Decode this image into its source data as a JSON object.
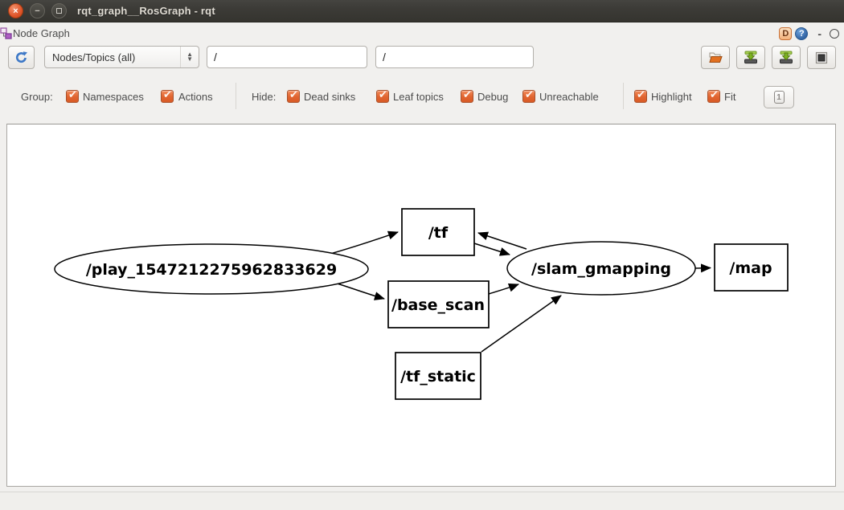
{
  "window": {
    "title": "rqt_graph__RosGraph - rqt",
    "controls": {
      "close": "×",
      "minimize": "−",
      "maximize": "square"
    }
  },
  "panel": {
    "title": "Node Graph",
    "detach_label": "D",
    "help_label": "?"
  },
  "toolbar": {
    "graph_type": {
      "value": "Nodes/Topics (all)"
    },
    "node_filter": {
      "value": "/"
    },
    "topic_filter": {
      "value": "/"
    },
    "right_buttons": [
      {
        "name": "load-dot",
        "icon": "open-folder-icon"
      },
      {
        "name": "save-dot",
        "icon": "save-drive-icon"
      },
      {
        "name": "save-image",
        "icon": "save-drive-icon"
      },
      {
        "name": "snapshot",
        "icon": "dark-square-icon"
      }
    ]
  },
  "filters": {
    "group_label": "Group:",
    "group_options": [
      {
        "label": "Namespaces",
        "checked": true
      },
      {
        "label": "Actions",
        "checked": true
      }
    ],
    "hide_label": "Hide:",
    "hide_options": [
      {
        "label": "Dead sinks",
        "checked": true
      },
      {
        "label": "Leaf topics",
        "checked": true
      },
      {
        "label": "Debug",
        "checked": true
      },
      {
        "label": "Unreachable",
        "checked": true
      }
    ],
    "view_options": [
      {
        "label": "Highlight",
        "checked": true
      },
      {
        "label": "Fit",
        "checked": true
      }
    ],
    "zoom_one_button": "1"
  },
  "graph": {
    "nodes": [
      {
        "id": "play",
        "label": "/play_1547212275962833629",
        "shape": "ellipse",
        "type": "node"
      },
      {
        "id": "tf",
        "label": "/tf",
        "shape": "box",
        "type": "topic"
      },
      {
        "id": "base_scan",
        "label": "/base_scan",
        "shape": "box",
        "type": "topic"
      },
      {
        "id": "slam_gmapping",
        "label": "/slam_gmapping",
        "shape": "ellipse",
        "type": "node"
      },
      {
        "id": "map",
        "label": "/map",
        "shape": "box",
        "type": "topic"
      },
      {
        "id": "tf_static",
        "label": "/tf_static",
        "shape": "box",
        "type": "topic"
      }
    ],
    "edges": [
      {
        "from": "play",
        "to": "tf"
      },
      {
        "from": "play",
        "to": "base_scan"
      },
      {
        "from": "base_scan",
        "to": "slam_gmapping"
      },
      {
        "from": "slam_gmapping",
        "to": "tf"
      },
      {
        "from": "tf",
        "to": "slam_gmapping"
      },
      {
        "from": "slam_gmapping",
        "to": "map"
      },
      {
        "from": "tf_static",
        "to": "slam_gmapping"
      }
    ]
  },
  "colors": {
    "titlebar": "#3c3b37",
    "window_bg": "#f1f0ee",
    "checkbox_orange": "#e06430",
    "close_button": "#e0552a",
    "refresh_blue": "#3e79c7",
    "text": "#4c4c4c"
  }
}
